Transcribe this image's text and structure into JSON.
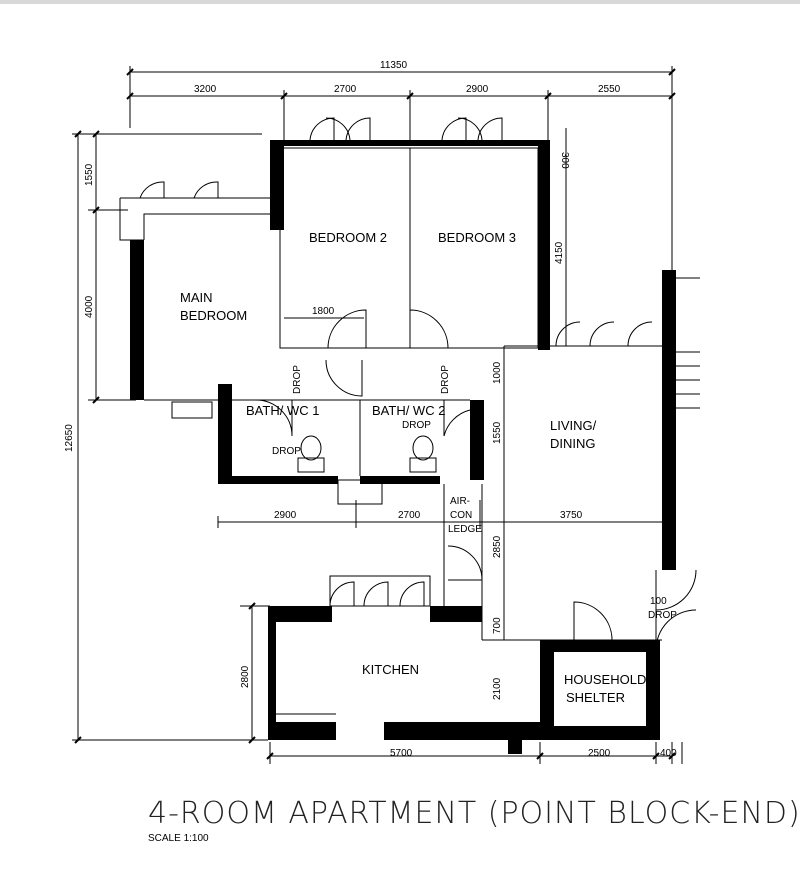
{
  "dims": {
    "overall_width": "11350",
    "top_1": "3200",
    "top_2": "2700",
    "top_3": "2900",
    "top_4": "2550",
    "left_1550": "1550",
    "left_4000": "4000",
    "left_12650": "12650",
    "left_2800": "2800",
    "right_300": "300",
    "right_4150": "4150",
    "right_1000": "1000",
    "right_1550": "1550",
    "right_2850": "2850",
    "right_700": "700",
    "right_2100": "2100",
    "mid_2900": "2900",
    "mid_2700": "2700",
    "mid_3750": "3750",
    "bed2_1800": "1800",
    "bottom_5700": "5700",
    "bottom_2500": "2500",
    "bottom_400": "400"
  },
  "rooms": {
    "bedroom2": "BEDROOM 2",
    "bedroom3": "BEDROOM 3",
    "main_bedroom_l1": "MAIN",
    "main_bedroom_l2": "BEDROOM",
    "bath1": "BATH/ WC 1",
    "bath2": "BATH/ WC 2",
    "living_l1": "LIVING/",
    "living_l2": "DINING",
    "aircon_l1": "AIR-",
    "aircon_l2": "CON",
    "aircon_l3": "LEDGE",
    "kitchen": "KITCHEN",
    "shelter_l1": "HOUSEHOLD",
    "shelter_l2": "SHELTER"
  },
  "labels": {
    "drop": "DROP",
    "drop_100": "100",
    "title": "4-ROOM APARTMENT (POINT BLOCK-END)",
    "scale": "SCALE   1:100"
  }
}
